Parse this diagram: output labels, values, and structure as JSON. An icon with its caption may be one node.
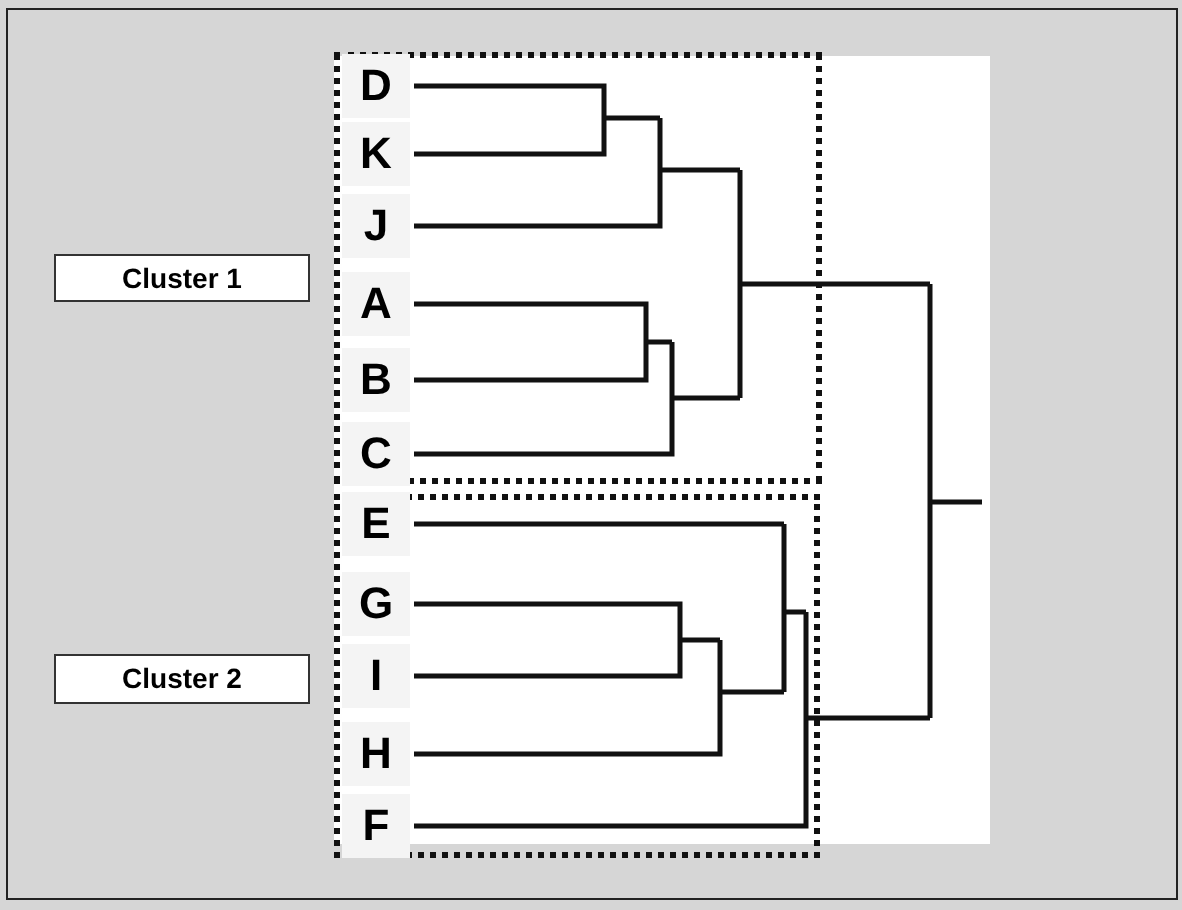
{
  "diagram": {
    "nodes": [
      {
        "text": [
          "Cluster 1"
        ]
      },
      {
        "text": [
          "Cluster 2"
        ]
      },
      {
        "text": [],
        "shape": "box"
      },
      {
        "text": [
          "D"
        ],
        "in": 2
      },
      {
        "text": [
          "K"
        ],
        "in": 2
      },
      {
        "text": [
          "J"
        ],
        "in": 2
      },
      {
        "text": [
          "A"
        ],
        "in": 2
      },
      {
        "text": [
          "B"
        ],
        "in": 2
      },
      {
        "text": [
          "C"
        ],
        "in": 2
      },
      {
        "text": [],
        "shape": "box"
      },
      {
        "text": [
          "E"
        ],
        "in": 9
      },
      {
        "text": [
          "G"
        ],
        "in": 9
      },
      {
        "text": [
          "I"
        ],
        "in": 9
      },
      {
        "text": [
          "H"
        ],
        "in": 9
      },
      {
        "text": [
          "F"
        ],
        "in": 9
      }
    ]
  }
}
